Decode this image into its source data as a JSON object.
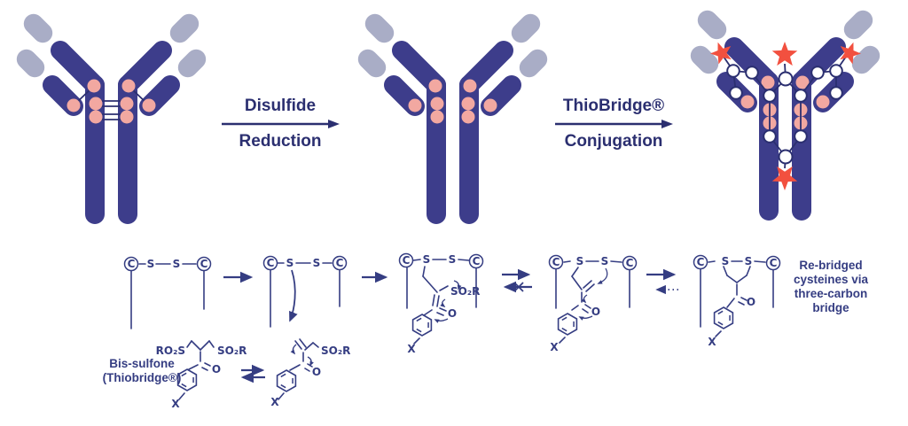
{
  "colors": {
    "navy": "#3d3d8b",
    "fab_gray": "#a9adc6",
    "pink": "#f2a8a1",
    "red": "#f2503f",
    "ink": "#2b2f70",
    "chem": "#353d82"
  },
  "steps": {
    "reduction": {
      "line1": "Disulfide",
      "line2": "Reduction"
    },
    "conjugation": {
      "line1": "ThioBridge®",
      "line2": "Conjugation"
    }
  },
  "mech": {
    "reagent_label": [
      "Bis-sulfone",
      "(Thiobridge®)"
    ],
    "result_label": [
      "Re-bridged",
      "cysteines via",
      "three-carbon",
      "bridge"
    ],
    "atoms": {
      "c": "C",
      "s": "S",
      "o": "O",
      "x": "X",
      "so2r": "SO₂R",
      "ro2s": "RO₂S"
    }
  }
}
